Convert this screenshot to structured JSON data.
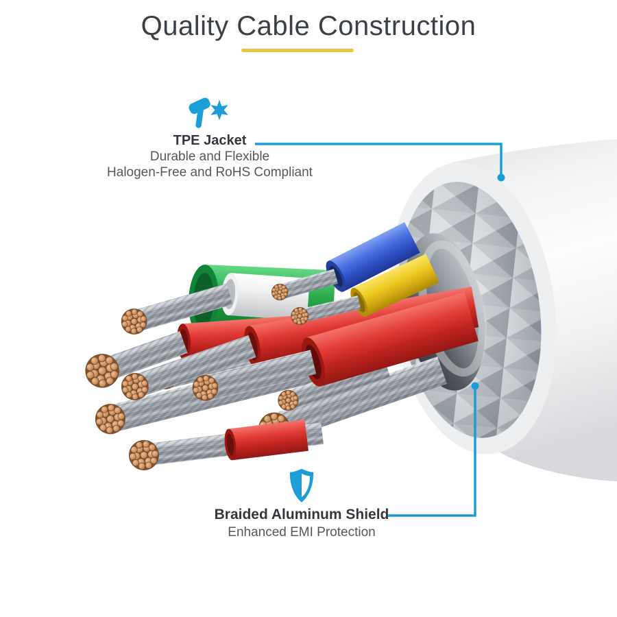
{
  "title": {
    "text": "Quality Cable Construction"
  },
  "colors": {
    "accent_blue": "#1b9dd9",
    "underline_yellow": "#e8c63d",
    "title_text": "#3b4046",
    "label_text": "#34383e",
    "body_text": "#54575d"
  },
  "callouts": {
    "tpe": {
      "icon": "hammer-impact-icon",
      "label": "TPE Jacket",
      "lines": [
        "Durable and Flexible",
        "Halogen-Free and RoHS Compliant"
      ]
    },
    "shield": {
      "icon": "shield-icon",
      "label": "Braided Aluminum Shield",
      "lines": [
        "Enhanced EMI Protection"
      ]
    }
  },
  "illustration": {
    "jacket_color": "#f2f3f4",
    "shield_silver": "#b9bec4",
    "strand_silver": "#a6abb1",
    "conductor_copper": "#c08355",
    "wire_colors": {
      "green": "#2fae50",
      "white": "#f1f2f2",
      "blue": "#4a6fe0",
      "yellow": "#efcd25",
      "red": "#e23b35"
    }
  }
}
